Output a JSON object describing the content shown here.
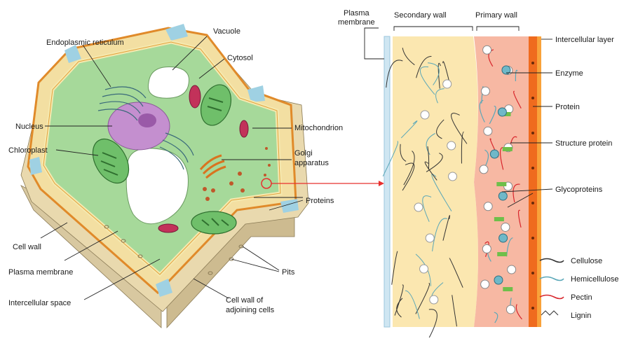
{
  "cell_labels": {
    "endoplasmic_reticulum": "Endoplasmic reticulum",
    "vacuole": "Vacuole",
    "cytosol": "Cytosol",
    "nucleus": "Nucleus",
    "mitochondrion": "Mitochondrion",
    "chloroplast": "Chloroplast",
    "golgi_line1": "Golgi",
    "golgi_line2": "apparatus",
    "proteins": "Proteins",
    "cell_wall": "Cell wall",
    "plasma_membrane": "Plasma membrane",
    "intercellular_space": "Intercellular space",
    "pits": "Pits",
    "adjoining_line1": "Cell wall of",
    "adjoining_line2": "adjoining cells"
  },
  "wall_labels": {
    "plasma_membrane_line1": "Plasma",
    "plasma_membrane_line2": "membrane",
    "secondary_wall": "Secondary wall",
    "primary_wall": "Primary wall",
    "intercellular_layer": "Intercellular layer",
    "enzyme": "Enzyme",
    "protein": "Protein",
    "structure_protein": "Structure protein",
    "glycoproteins": "Glycoproteins"
  },
  "legend": [
    {
      "label": "Cellulose",
      "color": "#333333"
    },
    {
      "label": "Hemicellulose",
      "color": "#5aa7b8"
    },
    {
      "label": "Pectin",
      "color": "#d8262c"
    },
    {
      "label": "Lignin",
      "color": "#333333"
    }
  ],
  "colors": {
    "cytosol": "#a6d99a",
    "wall_tan": "#f3dfa2",
    "wall_edge": "#e08a2a",
    "intercellular": "#9fd1e3",
    "secondary_wall": "#fbe7b0",
    "primary_wall": "#f7b8a3",
    "middle_lamella": "#ef6b1e",
    "nucleus": "#c48fcf",
    "arrow": "#e8302f"
  }
}
